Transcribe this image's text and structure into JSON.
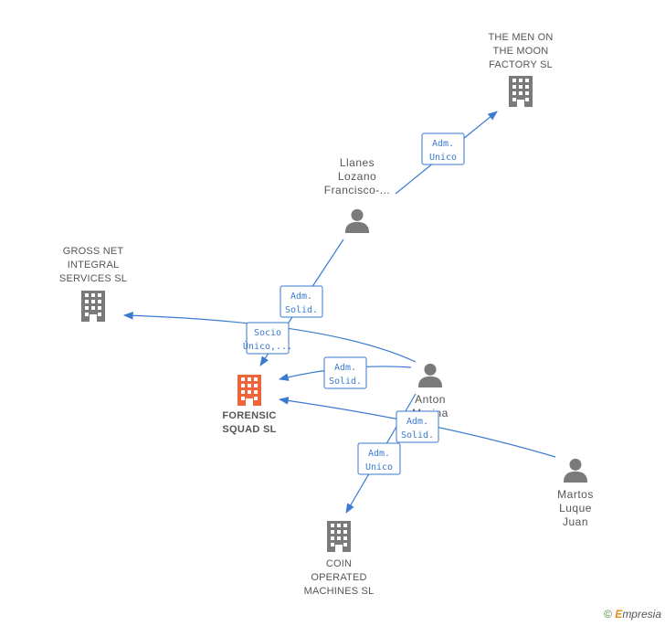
{
  "colors": {
    "edge": "#3a7ad1",
    "company_icon": "#7a7a7a",
    "focus_icon": "#f0643a",
    "person_icon": "#7a7a7a",
    "label_text": "#555555",
    "edge_label_border": "#3a7ad1"
  },
  "nodes": [
    {
      "id": "men_moon",
      "kind": "company",
      "icon": "building-icon",
      "lines": [
        "THE MEN ON",
        "THE MOON",
        "FACTORY SL"
      ]
    },
    {
      "id": "llanes",
      "kind": "person",
      "icon": "person-icon",
      "lines": [
        "Llanes",
        "Lozano",
        "Francisco-..."
      ]
    },
    {
      "id": "gross_net",
      "kind": "company",
      "icon": "building-icon",
      "lines": [
        "GROSS NET",
        "INTEGRAL",
        "SERVICES SL"
      ]
    },
    {
      "id": "forensic",
      "kind": "focus",
      "icon": "building-icon",
      "lines": [
        "FORENSIC",
        "SQUAD  SL"
      ]
    },
    {
      "id": "anton",
      "kind": "person",
      "icon": "person-icon",
      "lines": [
        "Anton",
        "Marina",
        "..."
      ]
    },
    {
      "id": "martos",
      "kind": "person",
      "icon": "person-icon",
      "lines": [
        "Martos",
        "Luque",
        "Juan"
      ]
    },
    {
      "id": "coin",
      "kind": "company",
      "icon": "building-icon",
      "lines": [
        "COIN",
        "OPERATED",
        "MACHINES SL"
      ]
    }
  ],
  "edges": [
    {
      "id": "e1",
      "from": "llanes",
      "to": "men_moon",
      "label": [
        "Adm.",
        "Unico"
      ]
    },
    {
      "id": "e2",
      "from": "llanes",
      "to": "forensic",
      "label": [
        "Adm.",
        "Solid."
      ]
    },
    {
      "id": "e3",
      "from": "anton",
      "to": "gross_net",
      "label": [
        "Socio",
        "Único,..."
      ]
    },
    {
      "id": "e4",
      "from": "anton",
      "to": "forensic",
      "label": [
        "Adm.",
        "Solid."
      ]
    },
    {
      "id": "e5",
      "from": "martos",
      "to": "forensic",
      "label": [
        "Adm.",
        "Solid."
      ]
    },
    {
      "id": "e6",
      "from": "anton",
      "to": "coin",
      "label": [
        "Adm.",
        "Unico"
      ]
    }
  ],
  "footer": {
    "copyright": "©",
    "brand_initial": "E",
    "brand_rest": "mpresia"
  }
}
